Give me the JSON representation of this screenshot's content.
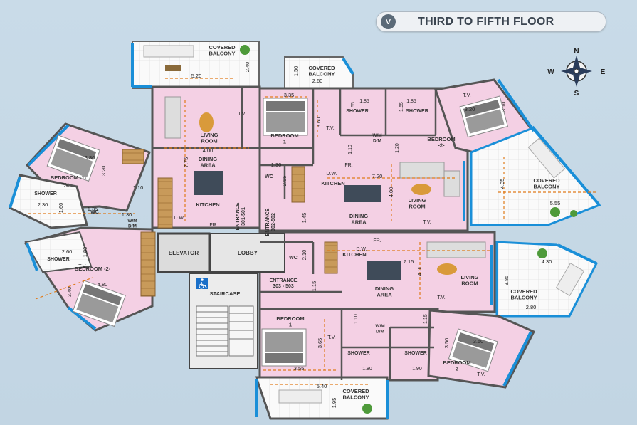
{
  "title": {
    "text": "THIRD TO FIFTH FLOOR",
    "chevron": "v"
  },
  "compass": {
    "n": "N",
    "s": "S",
    "e": "E",
    "w": "W"
  },
  "colors": {
    "room": "#f3cfe3",
    "wall": "#5a5a5a",
    "balcony": "#ffffff",
    "glass": "#1a8fd8",
    "dim": "#e07b1a"
  },
  "rooms": {
    "living_w": "LIVING\nROOM",
    "dining_w": "DINING\nAREA",
    "kitchen_w": "KITCHEN",
    "bedroom1_nw": "BEDROOM\n-1-",
    "bedroom1_w": "BEDROOM -1-",
    "bedroom2_w": "BEDROOM -2-",
    "bedroom2_ne": "BEDROOM\n-2-",
    "kitchen_ne": "KITCHEN",
    "living_ne": "LIVING\nROOM",
    "dining_ne": "DINING\nAREA",
    "kitchen_se": "KITCHEN",
    "dining_se": "DINING\nAREA",
    "living_se": "LIVING\nROOM",
    "bedroom1_s": "BEDROOM\n-1-",
    "bedroom2_se": "BEDROOM\n-2-",
    "elevator": "ELEVATOR",
    "lobby": "LOBBY",
    "staircase": "STAIRCASE",
    "entrance_301": "ENTRANCE\n301-501",
    "entrance_302": "ENTRANCE\n302-502",
    "entrance_303": "ENTRANCE\n303 - 503",
    "shower_w": "SHOWER",
    "shower_sw": "SHOWER",
    "shower_n1": "SHOWER",
    "shower_n2": "SHOWER",
    "shower_s1": "SHOWER",
    "shower_s2": "SHOWER",
    "wc_1": "WC",
    "wc_2": "WC",
    "wc_3": "WC",
    "wm_1": "W/M\nD/M",
    "wm_2": "W/M\nD/M",
    "wm_3": "W/M\nD/M",
    "balcony_top": "COVERED\nBALCONY",
    "balcony_n": "COVERED\nBALCONY",
    "balcony_e": "COVERED\nBALCONY",
    "balcony_se": "COVERED\nBALCONY",
    "balcony_s": "COVERED\nBALCONY"
  },
  "fixtures": {
    "tv": "T.V.",
    "dw": "D.W.",
    "fr": "FR."
  },
  "dimensions": {
    "top_bal_w": "5.20",
    "top_bal_h": "2.40",
    "n_bal_w": "2.60",
    "n_bal_h": "1.50",
    "living_w_w": "4.00",
    "living_w_h": "7.75",
    "bed1_nw_w": "3.35",
    "bed1_nw_h": "3.60",
    "bed1_w_w": "3.80",
    "bed1_w_h": "3.20",
    "wc_w_a": "1.30",
    "wc_w_b": "2.55",
    "shower_w_a": "2.30",
    "shower_w_b": "1.60",
    "shower_w_c": "1.35",
    "wm_w": "1.30",
    "kitchen_w": "1.10",
    "sh_n_a": "1.85",
    "sh_n_b": "1.65",
    "sh_n_c": "1.85",
    "sh_n_d": "1.65",
    "bed2_ne_w": "3.20",
    "bed2_ne_h": "3.10",
    "wm_ne_a": "1.10",
    "wm_ne_b": "1.20",
    "kit_ne": "7.20",
    "liv_ne_h": "4.00",
    "kit_ne_h": "1.45",
    "bal_e_w": "5.55",
    "bal_e_h": "4.35",
    "sh_sw_a": "2.60",
    "sh_sw_b": "1.80",
    "bed2_w_w": "4.80",
    "bed2_w_h": "3.40",
    "wc_s_a": "2.10",
    "wc_s_b": "1.15",
    "liv_se_w": "7.15",
    "liv_se_h": "4.00",
    "bal_se_w": "4.30",
    "bal_se_b": "2.80",
    "bal_se_h": "3.85",
    "wm_s_a": "1.10",
    "wm_s_b": "1.15",
    "bed1_s_h": "3.65",
    "bed1_s_w": "3.55",
    "bed2_se_h": "3.50",
    "bed2_se_w": "3.50",
    "sh_s_a": "1.80",
    "sh_s_b": "1.90",
    "bal_s_w": "5.40",
    "bal_s_h": "1.95"
  }
}
